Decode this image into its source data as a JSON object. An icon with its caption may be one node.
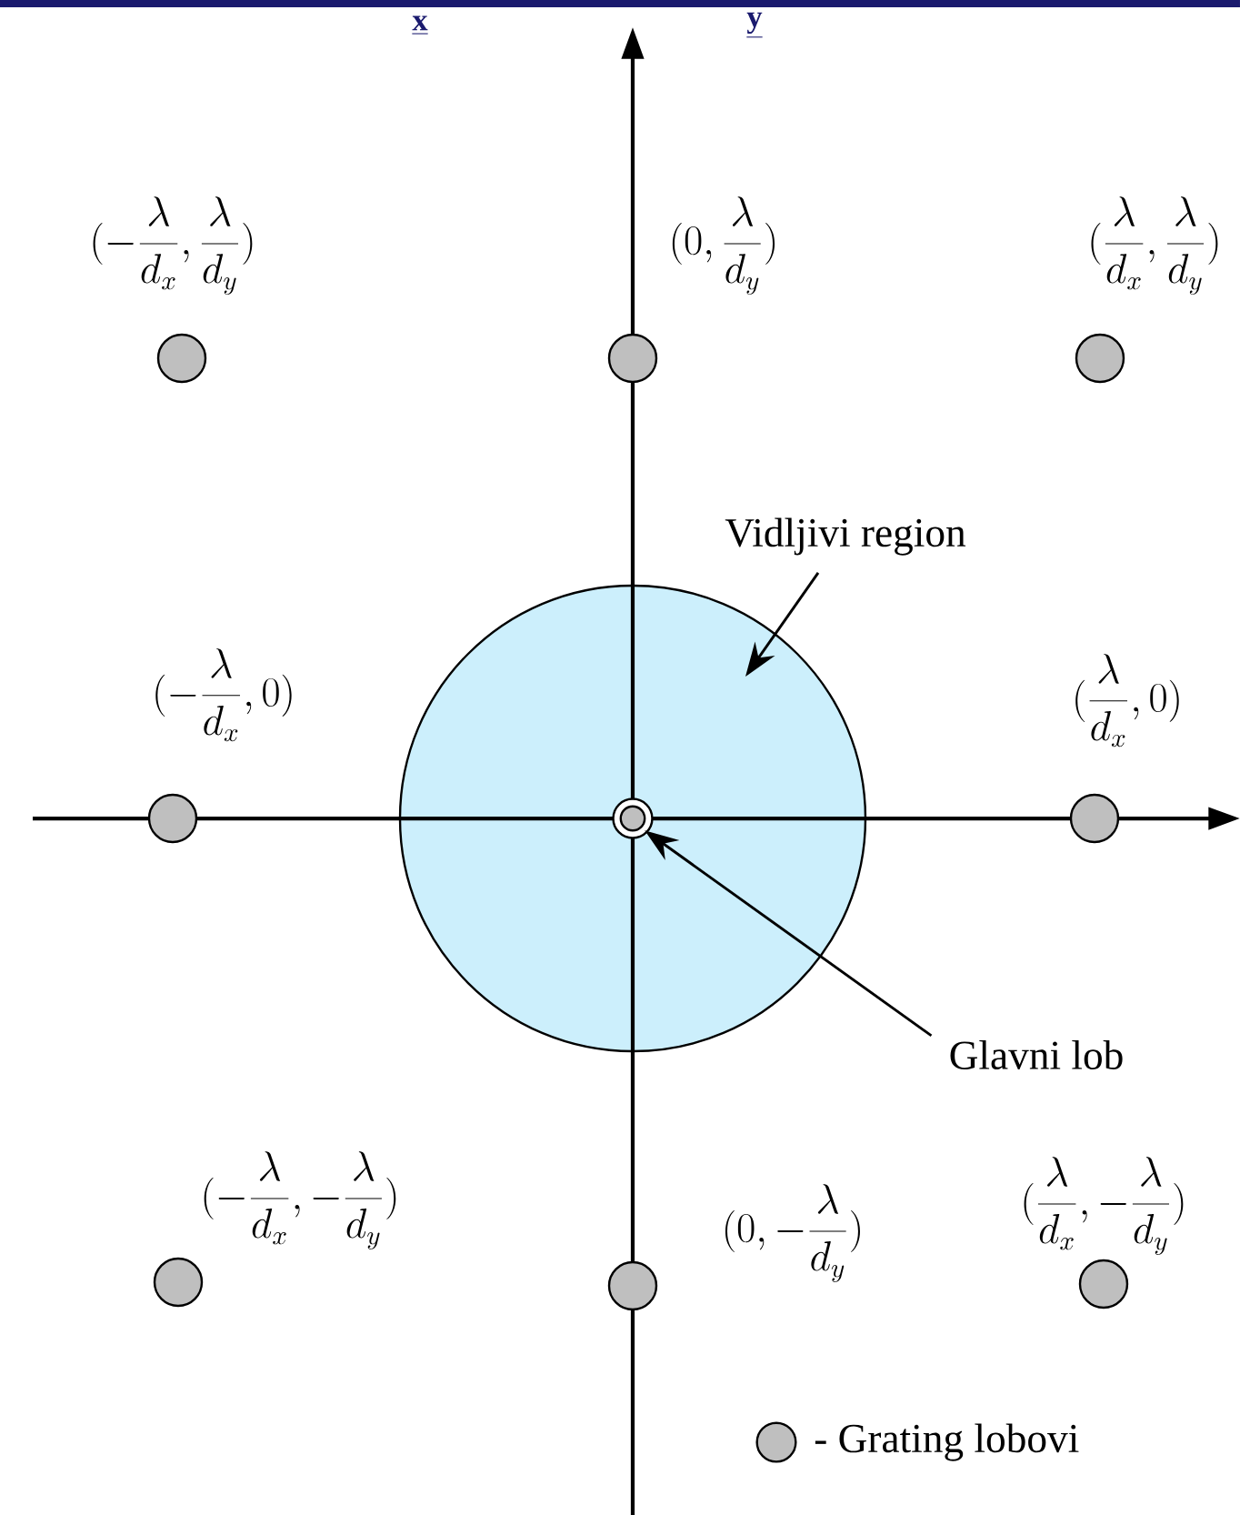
{
  "diagram": {
    "nodes": [
      {
        "text": [],
        "shape": "circle",
        "beside": [
          "(-\\frac{\\lambda}{d_x},\\frac{\\lambda}{d_y})"
        ]
      },
      {
        "text": [],
        "shape": "circle",
        "beside": [
          "(0,\\frac{\\lambda}{d_y})"
        ]
      },
      {
        "text": [],
        "shape": "circle",
        "beside": [
          "(\\frac{\\lambda}{d_x},\\frac{\\lambda}{d_y})"
        ]
      },
      {
        "text": [
          "Vidljivi region"
        ]
      },
      {
        "text": [],
        "shape": "circle"
      },
      {
        "text": [],
        "shape": "circle",
        "beside": [
          "(-\\frac{\\lambda}{d_x},0)"
        ]
      },
      {
        "text": [],
        "shape": "circle",
        "in": 4
      },
      {
        "text": [],
        "shape": "circle",
        "beside": [
          "(\\frac{\\lambda}{d_x},0)"
        ]
      },
      {
        "text": [
          "Glavni lob"
        ]
      },
      {
        "text": [],
        "shape": "circle",
        "beside": [
          "(-\\frac{\\lambda}{d_x},-\\frac{\\lambda}{d_y})"
        ]
      },
      {
        "text": [],
        "shape": "circle",
        "beside": [
          "(0,-\\frac{\\lambda}{d_y})"
        ]
      },
      {
        "text": [],
        "shape": "circle",
        "beside": [
          "(\\frac{\\lambda}{d_x},-\\frac{\\lambda}{d_y})"
        ]
      }
    ],
    "edges": [
      {
        "from": 3,
        "to": 4,
        "arrow": "to"
      },
      {
        "from": 8,
        "to": 6,
        "arrow": "to"
      }
    ],
    "labels": [
      "x",
      "y"
    ],
    "legend": [
      {
        "text": "- Grating lobovi"
      }
    ]
  }
}
